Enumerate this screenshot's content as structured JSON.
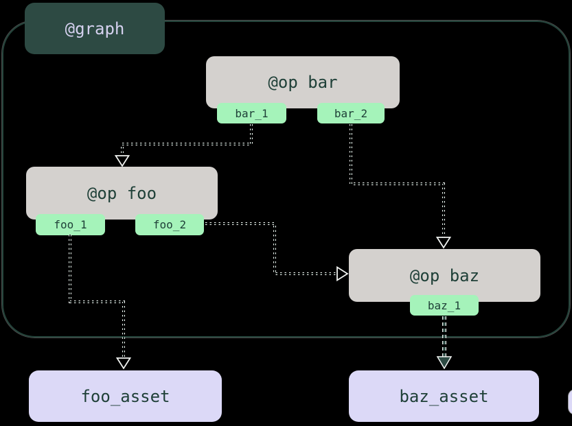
{
  "diagram": {
    "graph_label": "@graph",
    "ops": [
      {
        "id": "bar",
        "label": "@op bar",
        "outputs": [
          "bar_1",
          "bar_2"
        ]
      },
      {
        "id": "foo",
        "label": "@op foo",
        "outputs": [
          "foo_1",
          "foo_2"
        ]
      },
      {
        "id": "baz",
        "label": "@op baz",
        "outputs": [
          "baz_1"
        ]
      }
    ],
    "assets": [
      {
        "id": "foo_asset",
        "label": "foo_asset"
      },
      {
        "id": "baz_asset",
        "label": "baz_asset"
      }
    ],
    "edges": [
      {
        "from": "bar_1",
        "to": "foo",
        "style": "dotted-hollow"
      },
      {
        "from": "bar_2",
        "to": "baz",
        "style": "dotted-hollow"
      },
      {
        "from": "foo_2",
        "to": "baz",
        "style": "dotted-hollow"
      },
      {
        "from": "foo_1",
        "to": "foo_asset",
        "style": "dotted-hollow"
      },
      {
        "from": "baz_1",
        "to": "baz_asset",
        "style": "dashed-filled"
      }
    ],
    "colors": {
      "background": "#000000",
      "graph_label_bg": "#2d4a43",
      "graph_label_text": "#d5d1ef",
      "container_border": "#24443b",
      "op_node_bg": "#d4d1ce",
      "output_tab_bg": "#a5f3ba",
      "asset_node_bg": "#dcd9f7",
      "dark_teal_text": "#1f4038",
      "edge_casing": "#f2f4f2",
      "edge_core_dark": "#141f1b",
      "edge_core_teal": "#2d4a43"
    }
  }
}
